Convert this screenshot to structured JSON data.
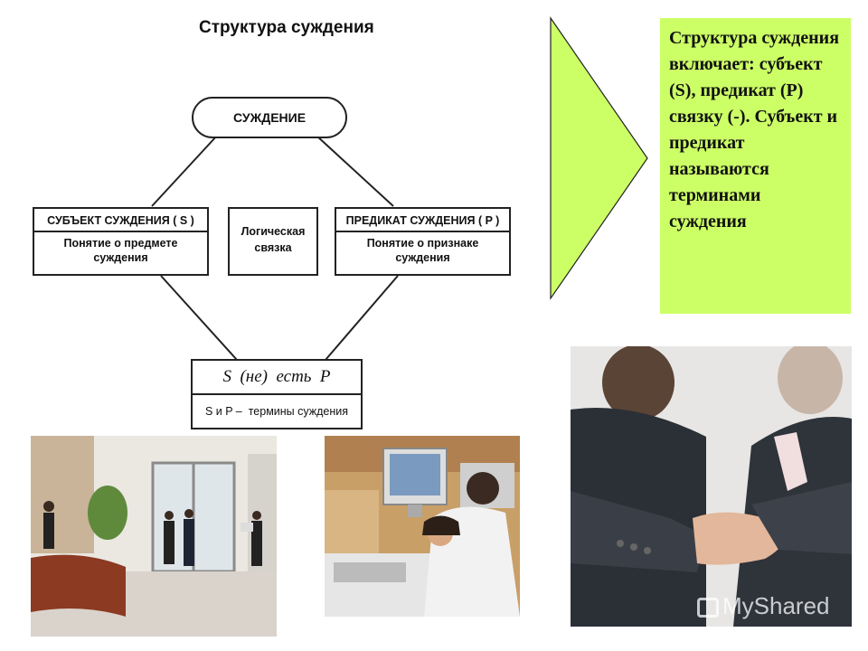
{
  "slide_title": "Структура суждения",
  "diagram": {
    "root": "СУЖДЕНИЕ",
    "subject": {
      "head": "СУБЪЕКТ СУЖДЕНИЯ ( S )",
      "body_line1": "Понятие о предмете",
      "body_line2": "суждения"
    },
    "copula": {
      "line1": "Логическая",
      "line2": "связка"
    },
    "predicate": {
      "head": "ПРЕДИКАТ СУЖДЕНИЯ ( P )",
      "body_line1": "Понятие о признаке",
      "body_line2": "суждения"
    },
    "formula": {
      "main": "S  (не)  есть  P",
      "note": "S и P –  термины суждения"
    }
  },
  "callout": {
    "text": "Структура суждения включает: субъект (S), предикат (P) связку (-). Субъект и предикат называются терминами суждения",
    "bg_color": "#ccff66"
  },
  "photos": [
    "office-lobby-photo",
    "office-worker-photo",
    "handshake-photo"
  ],
  "watermark": "MyShared"
}
